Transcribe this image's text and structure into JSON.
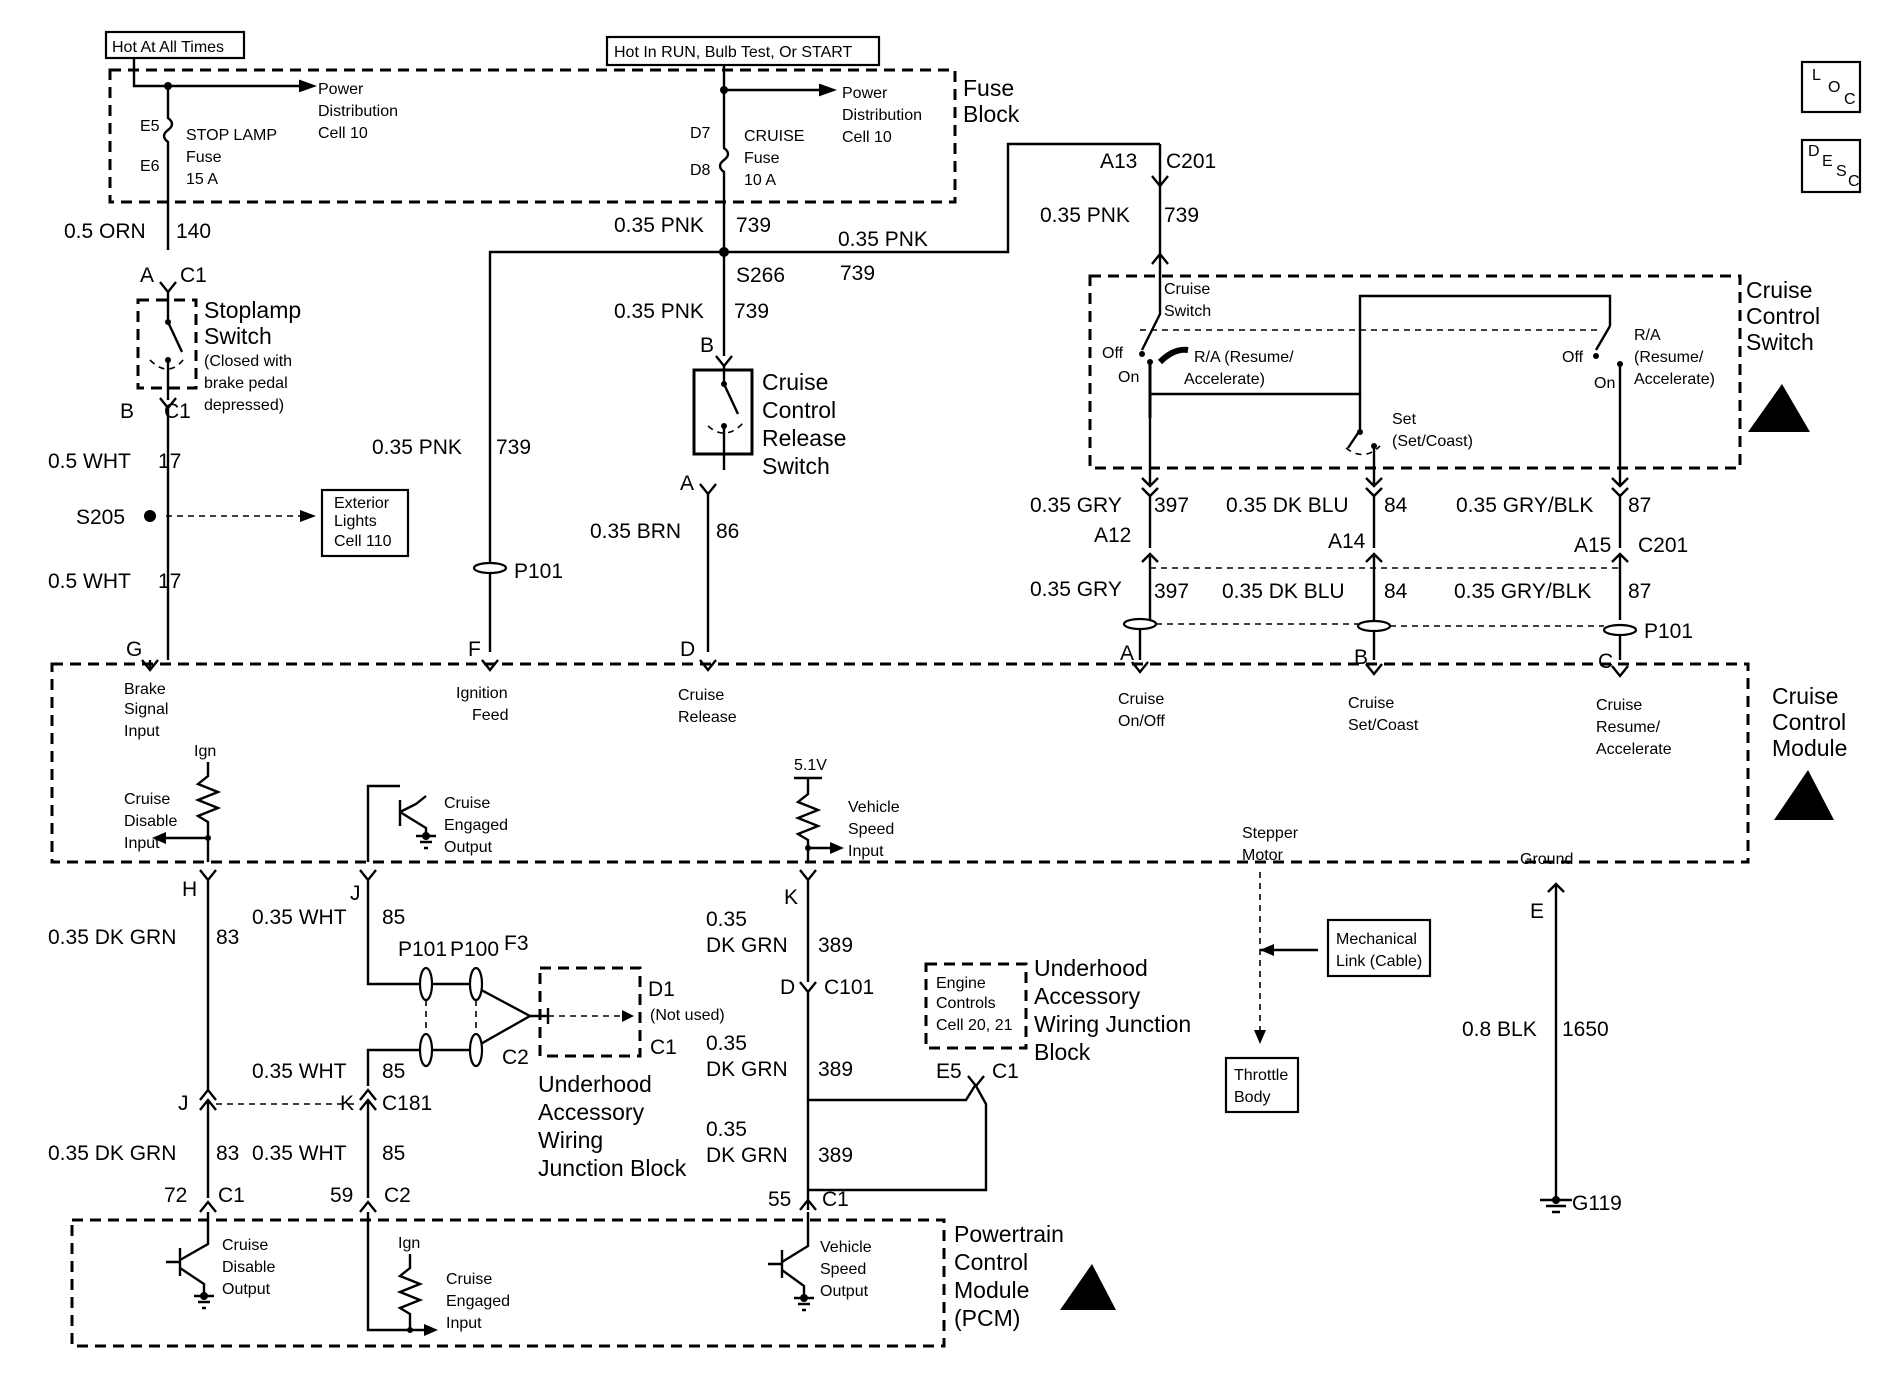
{
  "header": {
    "hot_always": "Hot At All Times",
    "hot_run": "Hot In RUN, Bulb Test, Or START"
  },
  "badges": {
    "loc": [
      "L",
      "O",
      "C"
    ],
    "desc": [
      "D",
      "E",
      "S",
      "C"
    ]
  },
  "fuse_block": {
    "title": [
      "Fuse",
      "Block"
    ],
    "power_dist_1": [
      "Power",
      "Distribution",
      "Cell 10"
    ],
    "power_dist_2": [
      "Power",
      "Distribution",
      "Cell 10"
    ],
    "stop_fuse": {
      "pin_top": "E5",
      "pin_bot": "E6",
      "label": [
        "STOP LAMP",
        "Fuse",
        "15 A"
      ]
    },
    "cruise_fuse": {
      "pin_top": "D7",
      "pin_bot": "D8",
      "label": [
        "CRUISE",
        "Fuse",
        "10 A"
      ]
    }
  },
  "wires": {
    "orn140": [
      "0.5 ORN",
      "140"
    ],
    "pnk739": [
      "0.35 PNK",
      "739"
    ],
    "wht17": [
      "0.5 WHT",
      "17"
    ],
    "brn86": [
      "0.35 BRN",
      "86"
    ],
    "gry397": [
      "0.35 GRY",
      "397"
    ],
    "dkblu84": [
      "0.35 DK BLU",
      "84"
    ],
    "grybk87": [
      "0.35 GRY/BLK",
      "87"
    ],
    "dkgrn83": [
      "0.35 DK GRN",
      "83"
    ],
    "wht85": [
      "0.35 WHT",
      "85"
    ],
    "dkgrn389": [
      "0.35",
      "DK GRN",
      "389"
    ],
    "blk1650": [
      "0.8 BLK",
      "1650"
    ]
  },
  "connectors": {
    "A": "A",
    "B": "B",
    "C": "C",
    "D": "D",
    "E": "E",
    "F": "F",
    "G": "G",
    "H": "H",
    "J": "J",
    "K": "K",
    "C1": "C1",
    "C2": "C2",
    "C101": "C101",
    "C181": "C181",
    "C201": "C201",
    "A12": "A12",
    "A13": "A13",
    "A14": "A14",
    "A15": "A15",
    "E5": "E5",
    "F3": "F3",
    "D1": "D1",
    "not_used": "(Not used)",
    "P100": "P100",
    "P101": "P101",
    "S205": "S205",
    "S266": "S266",
    "G119": "G119",
    "p72": "72",
    "p59": "59",
    "p55": "55"
  },
  "stoplamp": {
    "title": [
      "Stoplamp",
      "Switch"
    ],
    "note": [
      "(Closed with",
      "brake pedal",
      "depressed)"
    ]
  },
  "release_switch": [
    "Cruise",
    "Control",
    "Release",
    "Switch"
  ],
  "exterior_lights": [
    "Exterior",
    "Lights",
    "Cell 110"
  ],
  "cruise_switch": {
    "title": [
      "Cruise",
      "Control",
      "Switch"
    ],
    "switch_label": [
      "Cruise",
      "Switch"
    ],
    "off": "Off",
    "on": "On",
    "ra_left": [
      "R/A (Resume/",
      "Accelerate)"
    ],
    "ra_right": [
      "R/A",
      "(Resume/",
      "Accelerate)"
    ],
    "set": [
      "Set",
      "(Set/Coast)"
    ]
  },
  "module": {
    "title": [
      "Cruise",
      "Control",
      "Module"
    ],
    "brake": [
      "Brake",
      "Signal",
      "Input"
    ],
    "ign_feed": [
      "Ignition",
      "Feed"
    ],
    "release": [
      "Cruise",
      "Release"
    ],
    "onoff": [
      "Cruise",
      "On/Off"
    ],
    "setcoast": [
      "Cruise",
      "Set/Coast"
    ],
    "resume": [
      "Cruise",
      "Resume/",
      "Accelerate"
    ],
    "ign": "Ign",
    "disable_input": [
      "Cruise",
      "Disable",
      "Input"
    ],
    "engaged_output": [
      "Cruise",
      "Engaged",
      "Output"
    ],
    "v51": "5.1V",
    "vss_input": [
      "Vehicle",
      "Speed",
      "Input"
    ],
    "stepper": [
      "Stepper",
      "Motor"
    ],
    "ground": "Ground"
  },
  "underhood_block_1": [
    "Underhood",
    "Accessory",
    "Wiring",
    "Junction Block"
  ],
  "underhood_block_2": [
    "Underhood",
    "Accessory",
    "Wiring Junction",
    "Block"
  ],
  "engine_controls": [
    "Engine",
    "Controls",
    "Cell 20, 21"
  ],
  "mech_link": [
    "Mechanical",
    "Link (Cable)"
  ],
  "throttle": [
    "Throttle",
    "Body"
  ],
  "pcm": {
    "title": [
      "Powertrain",
      "Control",
      "Module",
      "(PCM)"
    ],
    "ign": "Ign",
    "disable_output": [
      "Cruise",
      "Disable",
      "Output"
    ],
    "engaged_input": [
      "Cruise",
      "Engaged",
      "Input"
    ],
    "vss_output": [
      "Vehicle",
      "Speed",
      "Output"
    ]
  }
}
